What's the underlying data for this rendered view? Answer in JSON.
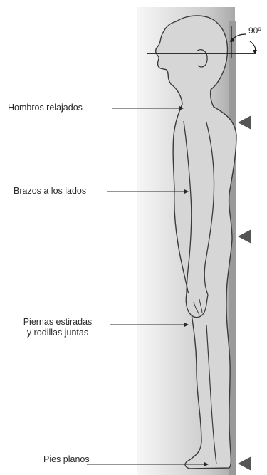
{
  "labels": {
    "shoulders": "Hombros relajados",
    "arms": "Brazos a los lados",
    "legs_line1": "Piernas estiradas",
    "legs_line2": "y rodillas juntas",
    "feet": "Pies planos"
  },
  "angle": {
    "text": "90º"
  },
  "icons": {
    "marker": "triangle-marker-icon",
    "angle_arrow": "curved-arrow-icon"
  },
  "colors": {
    "wall_light": "#f7f7f7",
    "wall_dark": "#a9a9a9",
    "body_fill": "#d6d6d6",
    "outline": "#3a3a3a",
    "marker": "#555555"
  }
}
